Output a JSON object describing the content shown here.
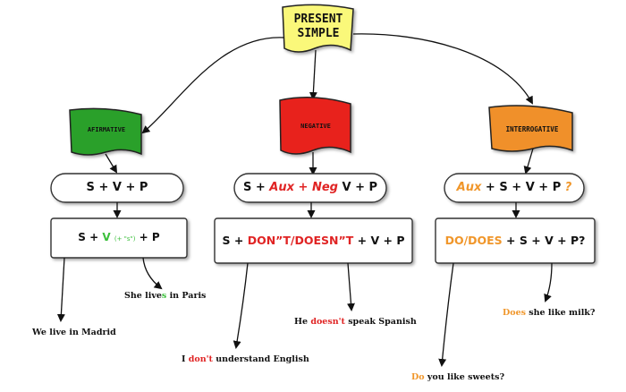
{
  "root": {
    "line1": "PRESENT",
    "line2": "SIMPLE",
    "color": "#faf87a"
  },
  "affirmative": {
    "title": "AFIRMATIVE",
    "color": "#2ca02c",
    "formula": {
      "s": "S",
      "plus": "+",
      "v": "V",
      "p": "P"
    },
    "rule": {
      "s": "S",
      "v": "V",
      "note": "(+ \"s\")",
      "p": "P"
    },
    "ex1": "We live in Madrid",
    "ex2": {
      "pre": "She live",
      "hl": "s",
      "post": " in Paris"
    }
  },
  "negative": {
    "title": "NEGATIVE",
    "color": "#e8221f",
    "formula": {
      "s": "S",
      "aux": "Aux",
      "neg": "Neg",
      "v": "V",
      "p": "P"
    },
    "rule": {
      "s": "S",
      "neg": "DON”T/DOESN”T",
      "v": "V",
      "p": "P"
    },
    "ex1": {
      "pre": "I ",
      "hl": "don't",
      "post": " understand English"
    },
    "ex2": {
      "pre": "He ",
      "hl": "doesn't",
      "post": " speak Spanish"
    }
  },
  "interrogative": {
    "title": "INTERROGATIVE",
    "color": "#f0902a",
    "formula": {
      "aux": "Aux",
      "s": "S",
      "v": "V",
      "p": "P",
      "q": "?"
    },
    "rule": {
      "aux": "DO/DOES",
      "s": "S",
      "v": "V",
      "p": "P?"
    },
    "ex1": {
      "hl": "Does",
      "post": " she like milk?"
    },
    "ex2": {
      "hl": "Do",
      "post": " you like sweets?"
    }
  }
}
